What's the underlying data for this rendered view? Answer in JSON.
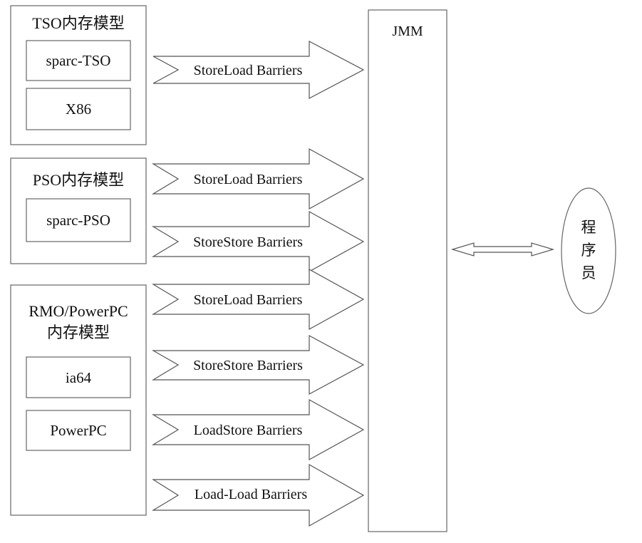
{
  "models": [
    {
      "title_lines": [
        "TSO内存模型"
      ],
      "instances": [
        "sparc-TSO",
        "X86"
      ],
      "barriers": [
        "StoreLoad Barriers"
      ]
    },
    {
      "title_lines": [
        "PSO内存模型"
      ],
      "instances": [
        "sparc-PSO"
      ],
      "barriers": [
        "StoreLoad Barriers",
        "StoreStore Barriers"
      ]
    },
    {
      "title_lines": [
        "RMO/PowerPC",
        "内存模型"
      ],
      "instances": [
        "ia64",
        "PowerPC"
      ],
      "barriers": [
        "StoreLoad Barriers",
        "StoreStore Barriers",
        "LoadStore Barriers",
        "Load-Load Barriers"
      ]
    }
  ],
  "jmm": {
    "label": "JMM"
  },
  "programmer": {
    "label_chars": [
      "程",
      "序",
      "员"
    ]
  },
  "connector": {
    "type": "bidirectional-arrow"
  }
}
